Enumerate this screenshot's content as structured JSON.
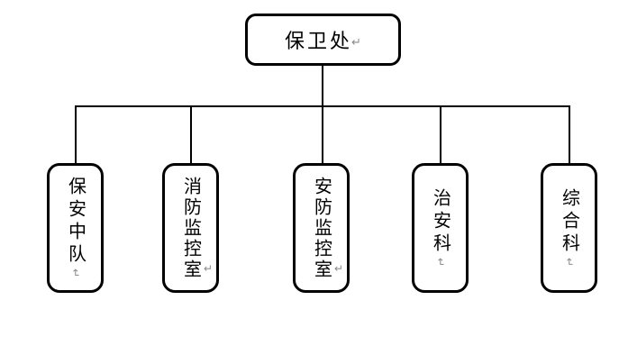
{
  "diagram": {
    "type": "org-chart",
    "root": {
      "label": "保卫处",
      "mark": "↵"
    },
    "children": [
      {
        "label": "保安中队",
        "mark": "↵"
      },
      {
        "label": "消防监控室",
        "mark": "↵"
      },
      {
        "label": "安防监控室",
        "mark": "↵"
      },
      {
        "label": "治安科",
        "mark": "↵"
      },
      {
        "label": "综合科",
        "mark": "↵"
      }
    ],
    "colors": {
      "line": "#000000",
      "box_border": "#000000",
      "box_fill": "#ffffff",
      "paragraph_mark": "#8a8a8a",
      "background": "#ffffff"
    }
  }
}
